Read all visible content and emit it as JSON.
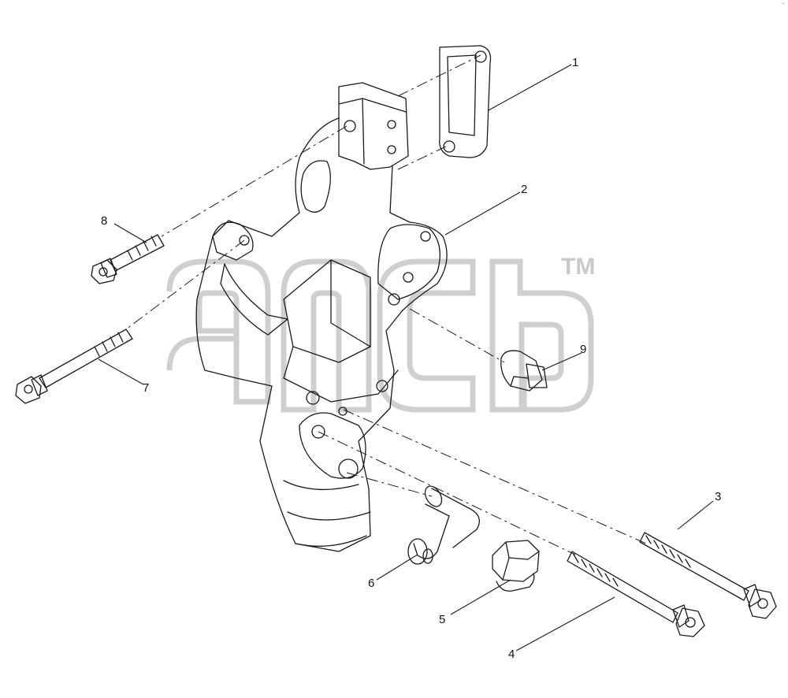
{
  "callouts": [
    {
      "label": "1"
    },
    {
      "label": "2"
    },
    {
      "label": "3"
    },
    {
      "label": "4"
    },
    {
      "label": "5"
    },
    {
      "label": "6"
    },
    {
      "label": "7"
    },
    {
      "label": "8"
    },
    {
      "label": "9"
    }
  ],
  "watermark": {
    "trademark": "TM"
  },
  "corner_mark": "°''"
}
